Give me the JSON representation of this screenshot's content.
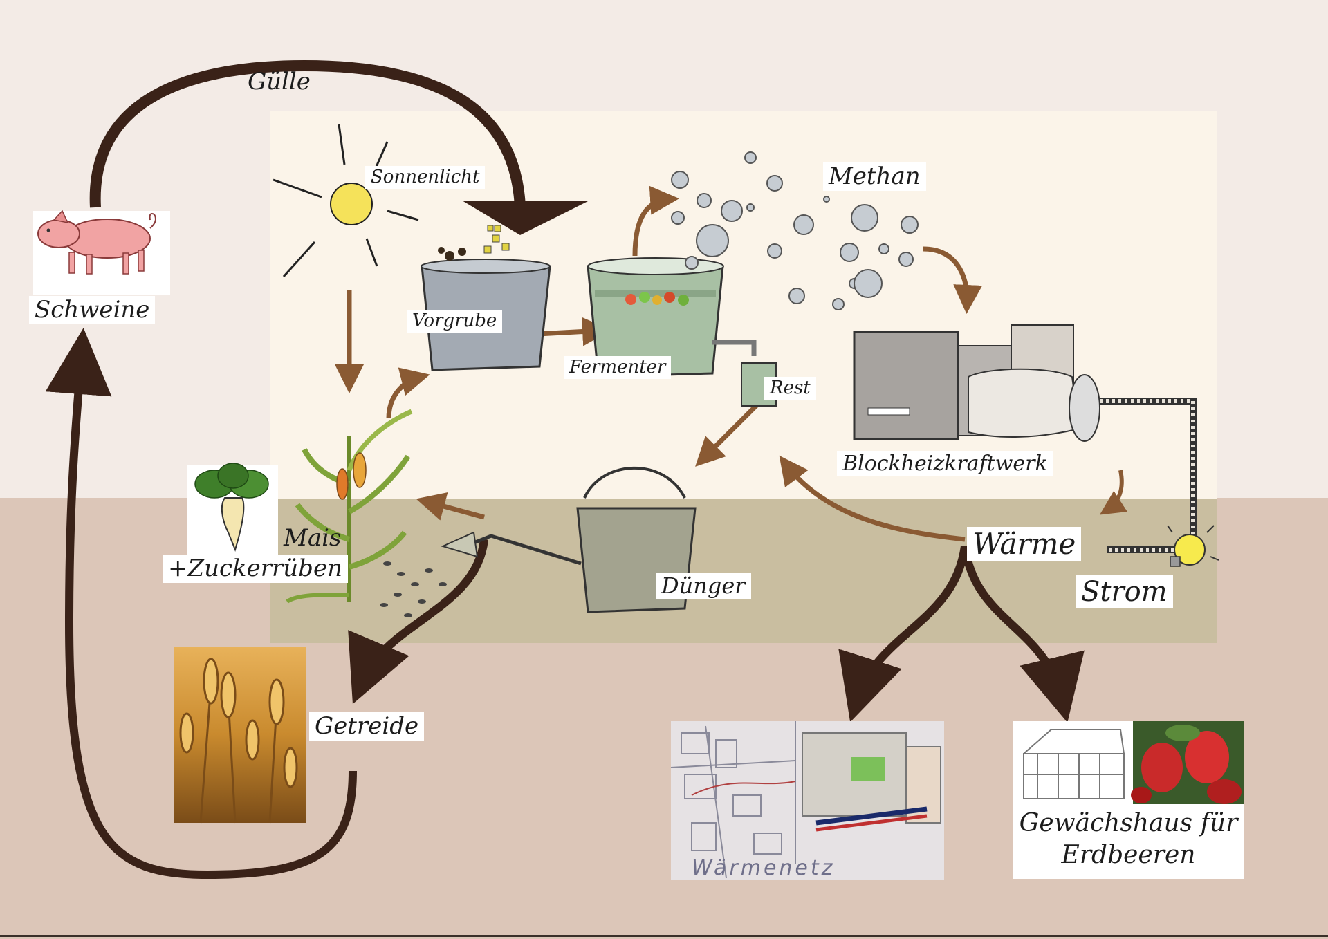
{
  "labels": {
    "guelle": "Gülle",
    "sonnenlicht": "Sonnenlicht",
    "methan": "Methan",
    "schweine": "Schweine",
    "vorgrube": "Vorgrube",
    "fermenter": "Fermenter",
    "rest": "Rest",
    "bhkw": "Blockheizkraftwerk",
    "mais": "Mais",
    "zuckerrueben": "+Zuckerrüben",
    "duenger": "Dünger",
    "waerme": "Wärme",
    "strom": "Strom",
    "getreide": "Getreide",
    "waermenetz": "Wärmenetz",
    "gewaechshaus_line1": "Gewächshaus für",
    "gewaechshaus_line2": "Erdbeeren"
  },
  "icons": [
    "sun-icon",
    "pig-icon",
    "pit-icon",
    "fermenter-icon",
    "gas-bubbles-icon",
    "chp-engine-icon",
    "lightbulb-icon",
    "watering-can-icon",
    "corn-plant-icon",
    "sugar-beet-icon",
    "wheat-icon",
    "heat-network-map-icon",
    "greenhouse-icon",
    "strawberry-icon"
  ],
  "colors": {
    "arrow": "#3a2218",
    "arrow_light": "#8a5a33",
    "background_top": "#f3ebe6",
    "background_bottom": "#dcc6b8",
    "panel_top": "#fbf4e9",
    "panel_bottom": "#c9bea0"
  }
}
